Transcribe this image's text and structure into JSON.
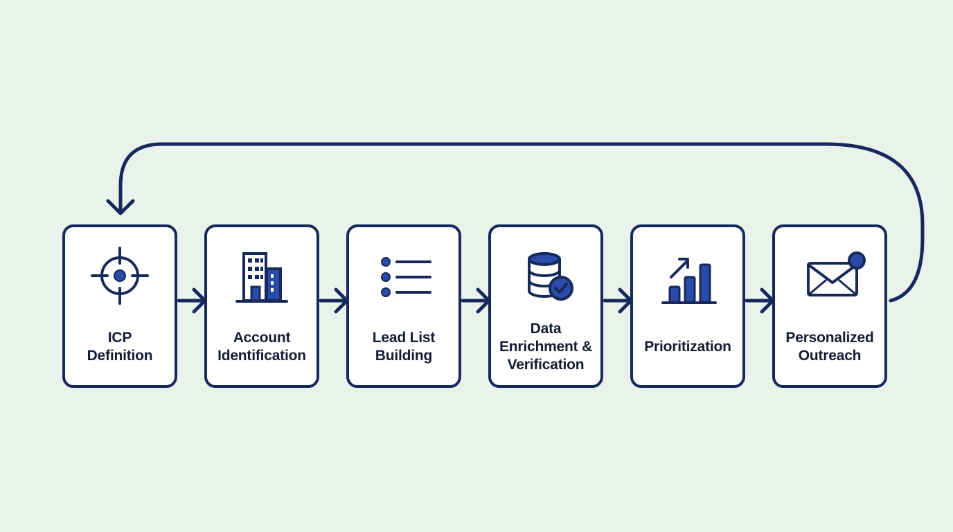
{
  "colors": {
    "background": "#e9f3ec",
    "navy": "#17285a",
    "accent_blue": "#2b4ba8",
    "box_fill": "#ffffff",
    "text": "#131c33"
  },
  "steps": [
    {
      "label": "ICP\nDefinition",
      "icon": "target-icon"
    },
    {
      "label": "Account\nIdentification",
      "icon": "building-icon"
    },
    {
      "label": "Lead List\nBuilding",
      "icon": "list-icon"
    },
    {
      "label": "Data\nEnrichment &\nVerification",
      "icon": "database-check-icon"
    },
    {
      "label": "Prioritization",
      "icon": "bar-chart-icon"
    },
    {
      "label": "Personalized\nOutreach",
      "icon": "envelope-notification-icon"
    }
  ]
}
